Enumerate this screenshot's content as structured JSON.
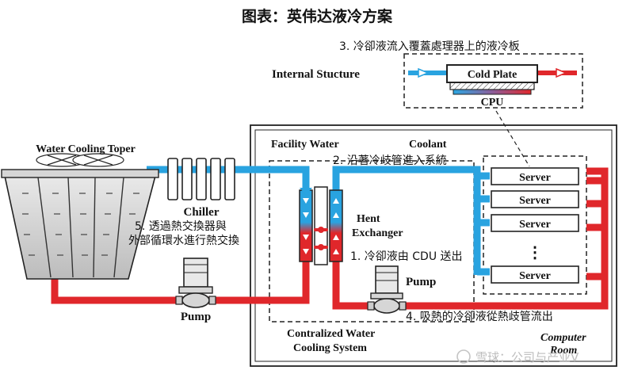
{
  "title": "图表：英伟达液冷方案",
  "internal_structure_label": "Internal Stucture",
  "cold_plate_label": "Cold Plate",
  "cpu_label": "CPU",
  "water_cooling_tower_label": "Water Cooling Toper",
  "chiller_label": "Chiller",
  "pump_left_label": "Pump",
  "pump_right_label": "Pump",
  "facility_water_label": "Facility Water",
  "coolant_label": "Coolant",
  "heat_exchanger_label_1": "Hent",
  "heat_exchanger_label_2": "Exchanger",
  "server_label": "Server",
  "server_ellipsis": "⋮",
  "cdu_label_1": "Contralized Water",
  "cdu_label_2": "Cooling System",
  "computer_room_label_1": "Computer",
  "computer_room_label_2": "Room",
  "steps": {
    "step1": "1. 冷卻液由 CDU 送出",
    "step2": "2. 沿著冷歧管進入系統",
    "step3": "3. 冷卻液流入覆蓋處理器上的液冷板",
    "step4": "4. 吸熱的冷卻液從熱歧管流出",
    "step5_line1": "5. 透過熱交換器與",
    "step5_line2": "外部循環水進行熱交換"
  },
  "watermark": "雪球：公司与产业V",
  "colors": {
    "cold": "#29a3e0",
    "hot": "#e0272b",
    "outline": "#222222"
  }
}
